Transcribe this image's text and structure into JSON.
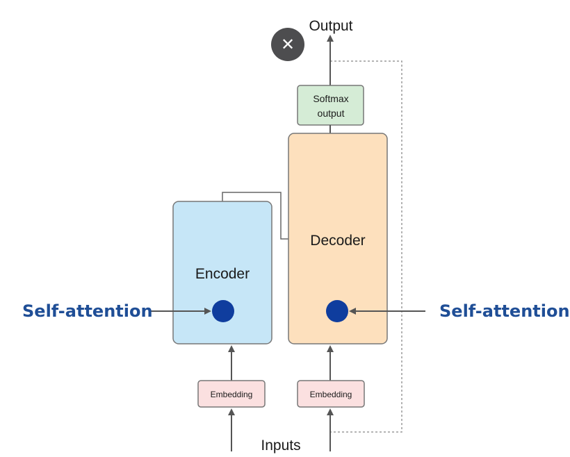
{
  "diagram": {
    "output_label": "Output",
    "softmax_line1": "Softmax",
    "softmax_line2": "output",
    "decoder_label": "Decoder",
    "encoder_label": "Encoder",
    "embedding_left": "Embedding",
    "embedding_right": "Embedding",
    "inputs_label": "Inputs",
    "self_attention_left": "Self-attention",
    "self_attention_right": "Self-attention"
  },
  "overlay": {
    "close_glyph": "✕",
    "close_icon": "close-icon"
  },
  "colors": {
    "encoder_fill": "#c6e6f7",
    "decoder_fill": "#fde0bd",
    "softmax_fill": "#d5ecd6",
    "embedding_fill": "#fbe0e0",
    "dot": "#0f3d9e",
    "self_attention_text": "#1f4e96"
  }
}
